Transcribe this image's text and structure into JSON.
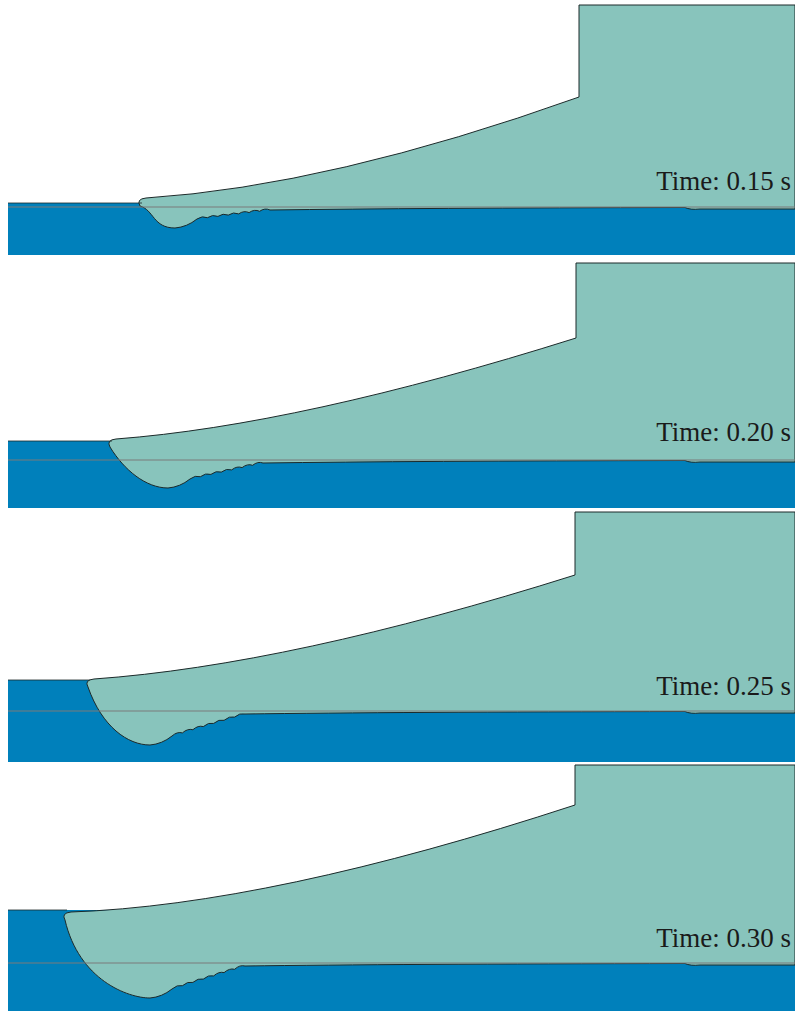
{
  "diagram": {
    "labels": [
      "Time: 0.15 s",
      "Time: 0.20 s",
      "Time: 0.25 s",
      "Time: 0.30 s"
    ]
  }
}
